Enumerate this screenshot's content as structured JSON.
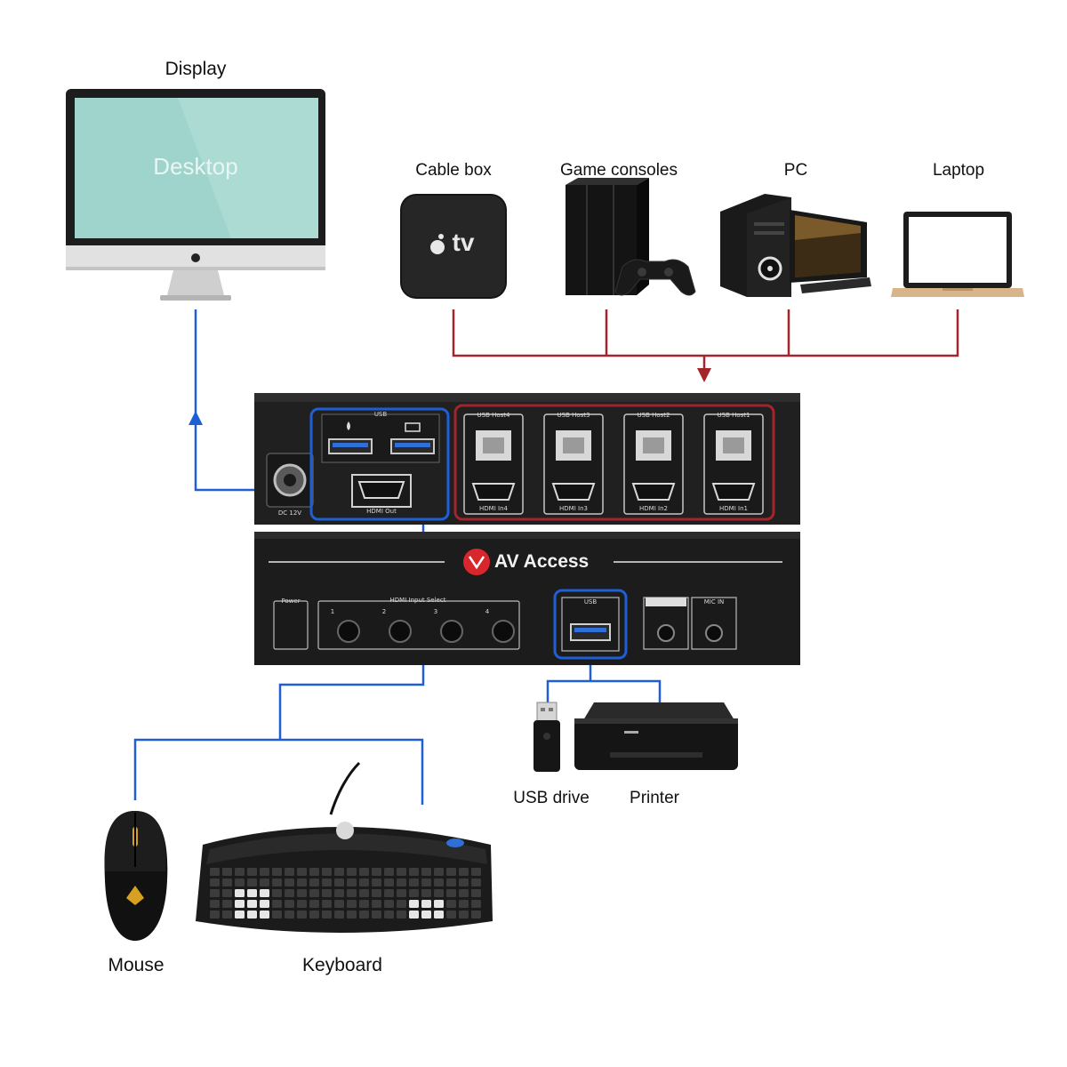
{
  "labels": {
    "display": "Display",
    "desktop": "Desktop",
    "cable_box": "Cable box",
    "game_consoles": "Game consoles",
    "pc": "PC",
    "laptop": "Laptop",
    "mouse": "Mouse",
    "keyboard": "Keyboard",
    "usb_drive": "USB drive",
    "printer": "Printer"
  },
  "device": {
    "brand": "AV Access",
    "dc": "DC 12V",
    "usb": "USB",
    "hdmi_out": "HDMI Out",
    "hosts": [
      "USB Host4",
      "USB Host3",
      "USB Host2",
      "USB Host1"
    ],
    "hdmi_ins": [
      "HDMI In4",
      "HDMI In3",
      "HDMI In2",
      "HDMI In1"
    ],
    "power": "Power",
    "input_select": "HDMI Input Select",
    "buttons": [
      "1",
      "2",
      "3",
      "4"
    ],
    "front_usb": "USB",
    "mic_in": "MIC IN"
  },
  "appletv_logo": "tv",
  "colors": {
    "blue_line": "#1f5fd6",
    "red_line": "#a3242a",
    "device_body": "#222222",
    "screen": "#9fd4cc",
    "brand_red": "#d8262c"
  }
}
